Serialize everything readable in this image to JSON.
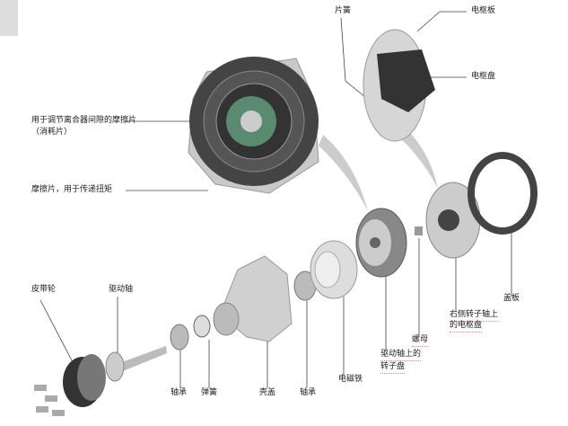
{
  "labels": {
    "leaf_spring": "片簧",
    "armature_plate": "电枢板",
    "armature_disc_top": "电枢盘",
    "friction_wear_1": "用于调节离合器间隙的摩擦片",
    "friction_wear_2": "（消耗片）",
    "friction_torque": "摩擦片，用于传递扭矩",
    "pulley": "皮带轮",
    "drive_shaft": "驱动轴",
    "bearing_1": "轴承",
    "spring": "弹簧",
    "housing_cover": "壳盖",
    "bearing_2": "轴承",
    "electromagnet": "电磁铁",
    "rotor_disc_1": "驱动轴上的",
    "rotor_disc_2": "转子盘",
    "nut": "螺母",
    "right_armature_1": "右侧转子轴上",
    "right_armature_2": "的电枢盘",
    "cover_plate": "盖板"
  }
}
